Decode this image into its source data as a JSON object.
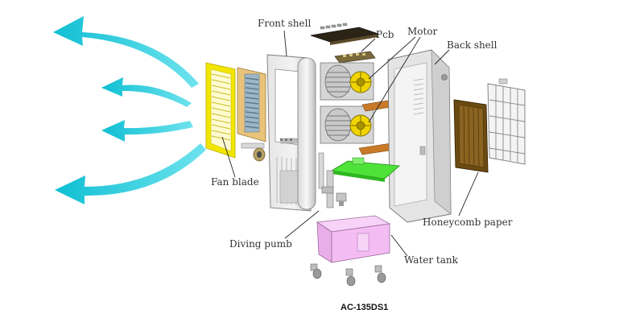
{
  "diagram": {
    "model": "AC-135DS1",
    "labels": {
      "front_shell": "Front shell",
      "pcb": "Pcb",
      "motor": "Motor",
      "back_shell": "Back shell",
      "fan_blade": "Fan blade",
      "honeycomb_paper": "Honeycomb paper",
      "diving_pump": "Diving pumb",
      "water_tank": "Water tank"
    },
    "colors": {
      "airflow_arrows": "#19c8d8",
      "louver_frame": "#f2e600",
      "fan_blade": "#e8c37a",
      "pcb": "#7a6a3c",
      "motor_wheel": "#f0d400",
      "brackets": "#c87a28",
      "tray": "#4fe33a",
      "honeycomb": "#6b4a12",
      "water_tank": "#f3bdf3"
    }
  }
}
